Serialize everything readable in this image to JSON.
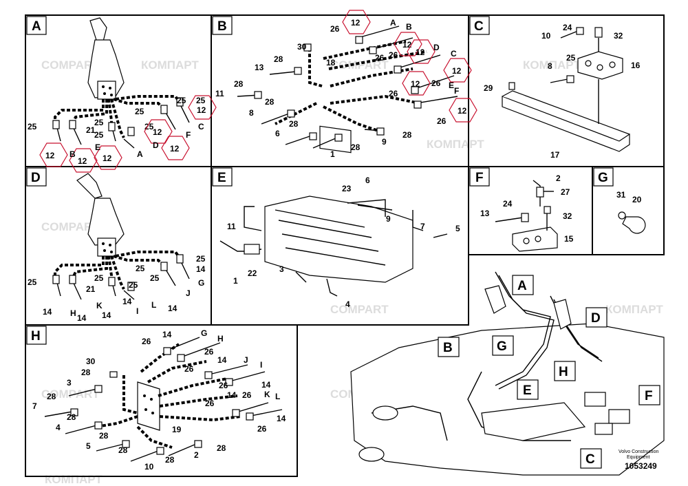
{
  "sections": {
    "A": "A",
    "B": "B",
    "C": "C",
    "D": "D",
    "E": "E",
    "F": "F",
    "G": "G",
    "H": "H"
  },
  "overview_labels": {
    "A": "A",
    "B": "B",
    "C": "C",
    "D": "D",
    "E": "E",
    "F": "F",
    "G": "G",
    "H": "H"
  },
  "watermark": {
    "latin": "COMPART",
    "cyrillic": "КОМПАРТ"
  },
  "footer": {
    "brand_line1": "Volvo Construction",
    "brand_line2": "Equipment",
    "number": "1053249"
  },
  "ref12": "12",
  "part_numbers": {
    "A": [
      "25",
      "25",
      "25",
      "21",
      "25",
      "25",
      "25",
      "12",
      "12",
      "12",
      "12",
      "12",
      "12",
      "B",
      "E",
      "D",
      "A",
      "C",
      "F"
    ],
    "B": [
      "12",
      "26",
      "A",
      "B",
      "30",
      "28",
      "13",
      "18",
      "11",
      "28",
      "28",
      "8",
      "28",
      "6",
      "1",
      "28",
      "9",
      "28",
      "12",
      "12",
      "26",
      "26",
      "D",
      "C",
      "E",
      "F",
      "26",
      "26",
      "26",
      "12",
      "12",
      "12"
    ],
    "C": [
      "24",
      "10",
      "32",
      "25",
      "16",
      "8",
      "29",
      "17"
    ],
    "D": [
      "25",
      "25",
      "25",
      "21",
      "25",
      "25",
      "25",
      "14",
      "14",
      "14",
      "14",
      "14",
      "14",
      "G",
      "J",
      "L",
      "I",
      "K",
      "H"
    ],
    "E": [
      "23",
      "6",
      "11",
      "9",
      "7",
      "5",
      "1",
      "22",
      "3",
      "4"
    ],
    "F": [
      "2",
      "27",
      "24",
      "13",
      "32",
      "15"
    ],
    "G": [
      "31",
      "20"
    ],
    "H": [
      "14",
      "G",
      "26",
      "H",
      "26",
      "14",
      "J",
      "30",
      "28",
      "26",
      "3",
      "28",
      "7",
      "28",
      "4",
      "28",
      "5",
      "28",
      "10",
      "28",
      "19",
      "2",
      "28",
      "26",
      "26",
      "I",
      "14",
      "14",
      "K",
      "26",
      "L",
      "26",
      "14"
    ]
  }
}
